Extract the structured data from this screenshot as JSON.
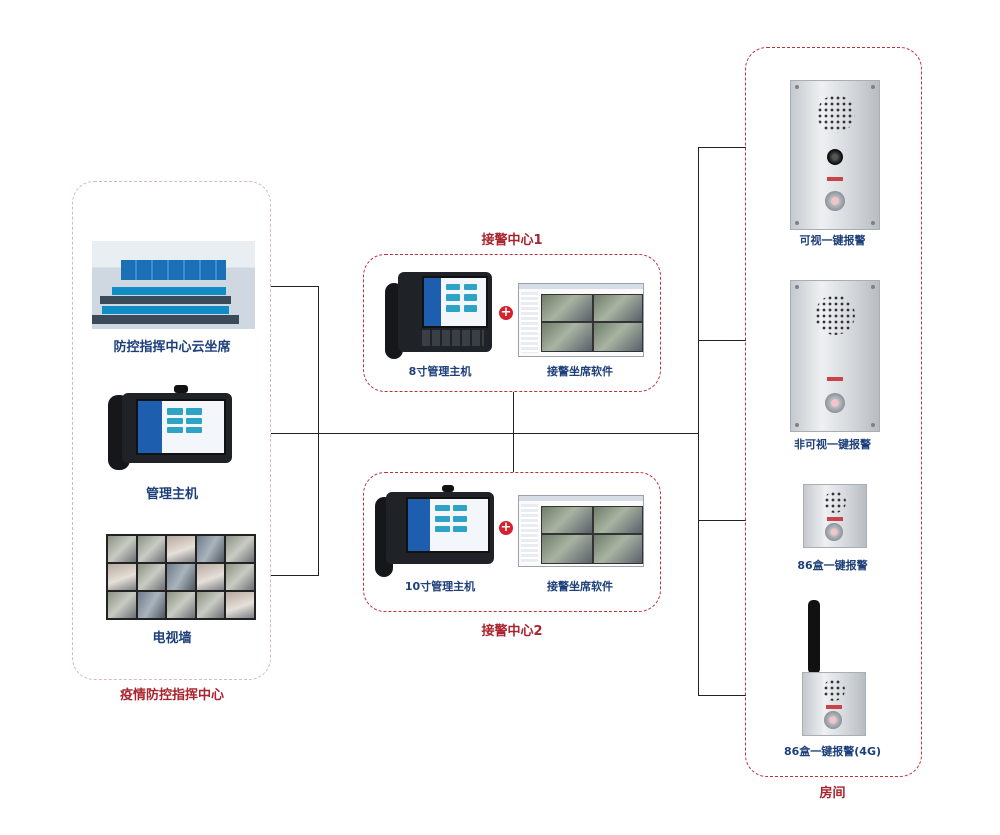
{
  "left_group": {
    "title": "疫情防控指挥中心",
    "items": [
      {
        "label": "防控指挥中心云坐席"
      },
      {
        "label": "管理主机"
      },
      {
        "label": "电视墙"
      }
    ]
  },
  "center1": {
    "title": "接警中心1",
    "host_label": "8寸管理主机",
    "software_label": "接警坐席软件"
  },
  "center2": {
    "title": "接警中心2",
    "host_label": "10寸管理主机",
    "software_label": "接警坐席软件"
  },
  "room_group": {
    "title": "房间",
    "items": [
      {
        "label": "可视一键报警"
      },
      {
        "label": "非可视一键报警"
      },
      {
        "label": "86盒一键报警"
      },
      {
        "label": "86盒一键报警(4G)"
      }
    ]
  },
  "colors": {
    "accent_red": "#c0303a",
    "label_blue": "#1d3f7a",
    "plus_red": "#d4232f"
  }
}
